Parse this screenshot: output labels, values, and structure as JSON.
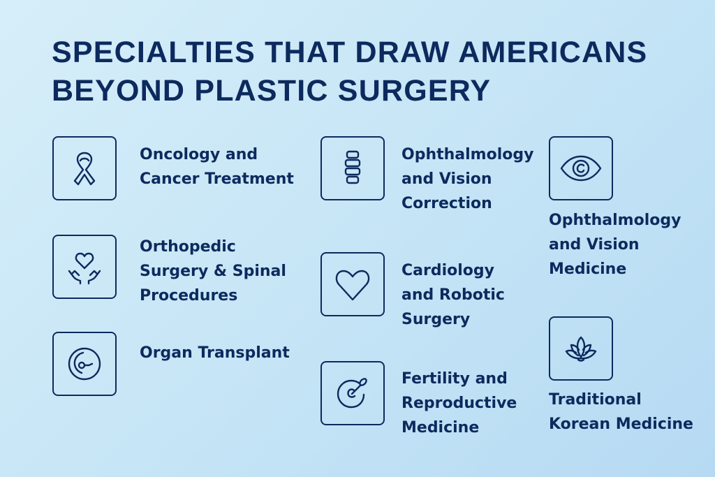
{
  "title": {
    "line1": "SPECIALTIES THAT DRAW AMERICANS",
    "line2": "BEYOND PLASTIC SURGERY"
  },
  "items": [
    {
      "icon": "ribbon-icon",
      "lines": [
        "Oncology and",
        "Cancer Treatment"
      ]
    },
    {
      "icon": "hands-heart-icon",
      "lines": [
        "Orthopedic",
        "Surgery & Spinal",
        "Procedures"
      ]
    },
    {
      "icon": "organ-icon",
      "lines": [
        "Organ Transplant"
      ]
    },
    {
      "icon": "spine-icon",
      "lines": [
        "Ophthalmology",
        "and Vision",
        "Correction"
      ]
    },
    {
      "icon": "heart-icon",
      "lines": [
        "Cardiology",
        "and Robotic",
        "Surgery"
      ]
    },
    {
      "icon": "fertility-icon",
      "lines": [
        "Fertility and",
        "Reproductive",
        "Medicine"
      ]
    },
    {
      "icon": "eye-icon",
      "lines": [
        "Ophthalmology",
        "and Vision",
        "Medicine"
      ]
    },
    {
      "icon": "lotus-icon",
      "lines": [
        "Traditional",
        "Korean Medicine"
      ]
    }
  ],
  "colors": {
    "text": "#0d2a5e",
    "bg_start": "#d6eef9",
    "bg_end": "#b6daf3"
  }
}
